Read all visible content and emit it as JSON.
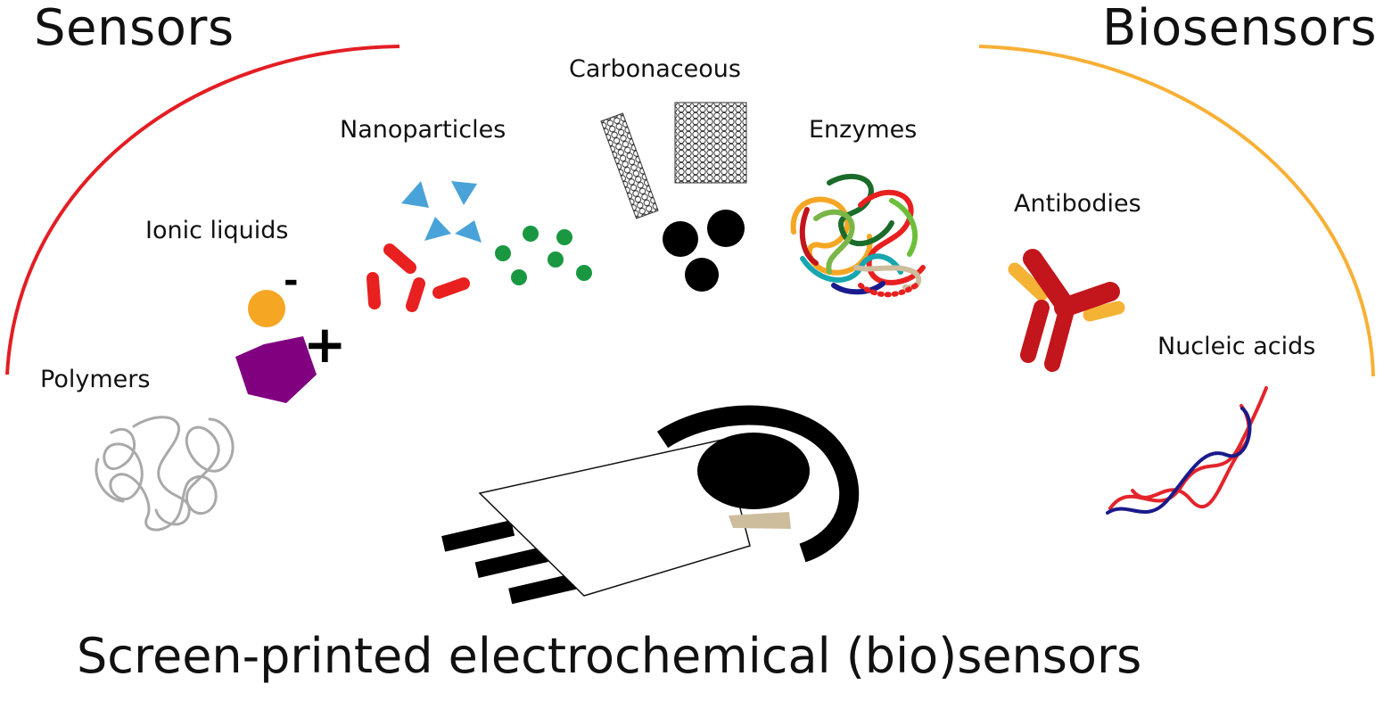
{
  "headings": {
    "sensors": "Sensors",
    "biosensors": "Biosensors",
    "footer": "Screen-printed electrochemical (bio)sensors"
  },
  "materials": {
    "polymers": "Polymers",
    "ionic_liquids": "Ionic liquids",
    "nanoparticles": "Nanoparticles",
    "carbonaceous": "Carbonaceous",
    "enzymes": "Enzymes",
    "antibodies": "Antibodies",
    "nucleic_acids": "Nucleic acids"
  },
  "ions": {
    "minus": "-",
    "plus": "+"
  },
  "icons": [
    "polymer-chain-icon",
    "anion-icon",
    "cation-hexagon-icon",
    "nanotriangles-icon",
    "nanorods-icon",
    "nanospheres-icon",
    "carbon-nanotube-icon",
    "graphene-sheet-icon",
    "carbon-black-icon",
    "enzyme-protein-icon",
    "antibody-icon",
    "dna-double-helix-icon",
    "screen-printed-electrode-icon"
  ],
  "colors": {
    "sensors_arc": "#e31e24",
    "biosensors_arc": "#f7b036",
    "nanotriangle": "#4aa3d8",
    "nanorod": "#e8201f",
    "nanosphere": "#1a9841",
    "anion": "#f5a623",
    "cation": "#800080",
    "antibody_heavy": "#c3151c",
    "antibody_light": "#f5b335",
    "dna_strand_a": "#e3242b",
    "dna_strand_b": "#1a1a8c",
    "electrode_ref": "#cdbd9c"
  }
}
